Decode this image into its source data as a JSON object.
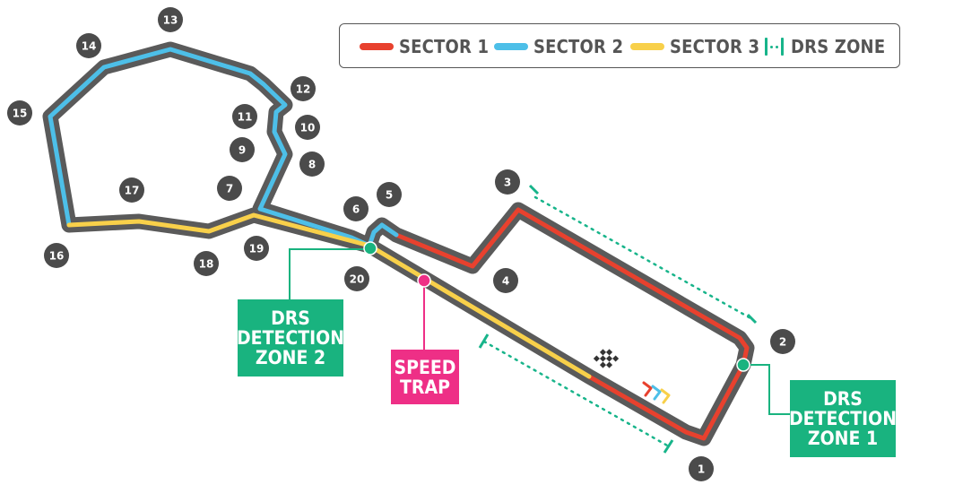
{
  "legend": {
    "sector1": {
      "label": "SECTOR 1",
      "color": "#e8412e"
    },
    "sector2": {
      "label": "SECTOR 2",
      "color": "#4dbfe8"
    },
    "sector3": {
      "label": "SECTOR 3",
      "color": "#f8d04a"
    },
    "drs": {
      "label": "DRS ZONE",
      "color": "#17b48a"
    }
  },
  "track": {
    "asphalt_color": "#5a5a5a",
    "corner_badge_color": "#4b4b4b"
  },
  "corners": [
    "1",
    "2",
    "3",
    "4",
    "5",
    "6",
    "7",
    "8",
    "9",
    "10",
    "11",
    "12",
    "13",
    "14",
    "15",
    "16",
    "17",
    "18",
    "19",
    "20"
  ],
  "callouts": {
    "drs_detection_1": [
      "DRS",
      "DETECTION",
      "ZONE 1"
    ],
    "drs_detection_2": [
      "DRS",
      "DETECTION",
      "ZONE 2"
    ],
    "speed_trap": [
      "SPEED",
      "TRAP"
    ]
  },
  "callout_colors": {
    "drs": "#19b37f",
    "speed_trap": "#ee2f86"
  },
  "markers": [
    "start-finish-flag",
    "direction-chevrons"
  ]
}
